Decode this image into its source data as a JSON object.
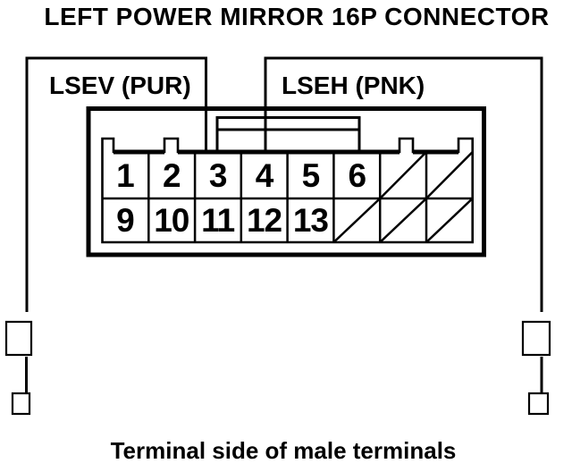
{
  "title": "LEFT POWER MIRROR 16P CONNECTOR",
  "caption": "Terminal side of male terminals",
  "colors": {
    "ink": "#000000",
    "background": "#ffffff"
  },
  "wire_labels": [
    {
      "label": "LSEV (PUR)",
      "connects_to_pin": "3"
    },
    {
      "label": "LSEH (PNK)",
      "connects_to_pin": "4"
    }
  ],
  "pin_grid": {
    "rows": [
      {
        "cells": [
          {
            "label": "1",
            "slashed": false
          },
          {
            "label": "2",
            "slashed": false
          },
          {
            "label": "3",
            "slashed": false
          },
          {
            "label": "4",
            "slashed": false
          },
          {
            "label": "5",
            "slashed": false
          },
          {
            "label": "6",
            "slashed": false
          },
          {
            "label": "",
            "slashed": true
          },
          {
            "label": "",
            "slashed": true
          }
        ]
      },
      {
        "cells": [
          {
            "label": "9",
            "slashed": false
          },
          {
            "label": "10",
            "slashed": false
          },
          {
            "label": "11",
            "slashed": false
          },
          {
            "label": "12",
            "slashed": false
          },
          {
            "label": "13",
            "slashed": false
          },
          {
            "label": "",
            "slashed": true
          },
          {
            "label": "",
            "slashed": true
          },
          {
            "label": "",
            "slashed": true
          }
        ]
      }
    ]
  }
}
